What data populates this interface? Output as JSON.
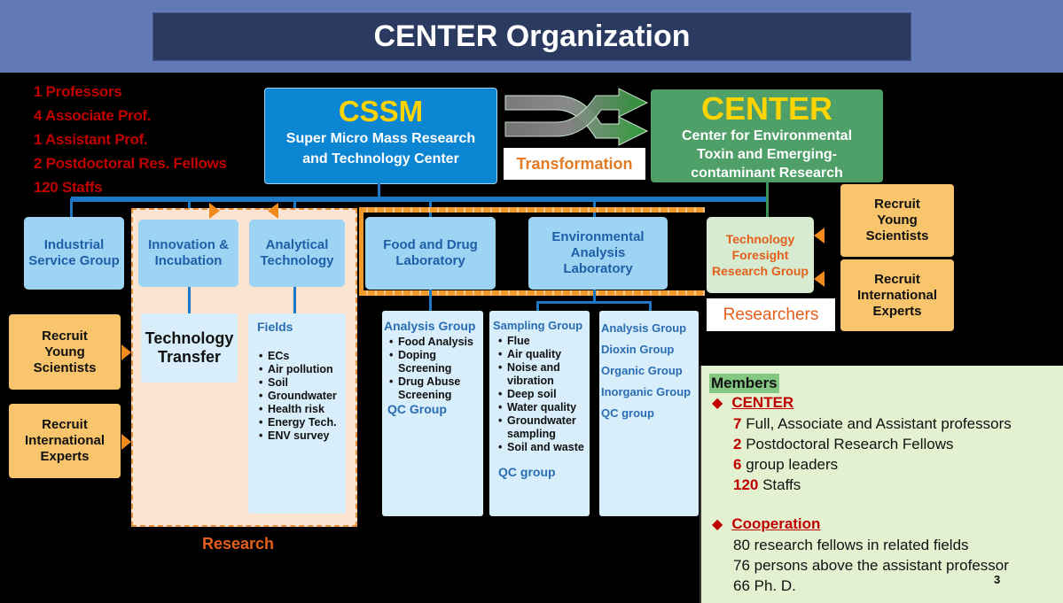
{
  "title": "CENTER Organization",
  "stats": [
    {
      "num": "1",
      "label": "Professors"
    },
    {
      "num": "4",
      "label": "Associate Prof."
    },
    {
      "num": "1",
      "label": "Assistant Prof."
    },
    {
      "num": "2",
      "label": "Postdoctoral Res. Fellows"
    },
    {
      "num": "120",
      "label": "Staffs"
    }
  ],
  "cssm": {
    "name": "CSSM",
    "line1": "Super Micro Mass Research",
    "line2": "and Technology Center"
  },
  "transformation": "Transformation",
  "center": {
    "name": "CENTER",
    "line1": "Center for Environmental",
    "line2": "Toxin and Emerging-",
    "line3": "contaminant Research"
  },
  "groups": {
    "industrial": "Industrial Service Group",
    "innovation": "Innovation & Incubation",
    "analytical": "Analytical Technology",
    "food_drug": "Food and Drug Laboratory",
    "environmental": "Environmental Analysis Laboratory",
    "foresight": "Technology Foresight Research Group"
  },
  "tech_transfer": "Technology Transfer",
  "fields": {
    "title": "Fields",
    "items": [
      "ECs",
      "Air pollution",
      "Soil",
      "Groundwater",
      "Health risk",
      "Energy Tech.",
      "ENV survey"
    ]
  },
  "food_analysis": {
    "title": "Analysis Group",
    "items": [
      "Food Analysis",
      "Doping Screening",
      "Drug Abuse Screening"
    ],
    "qc": "QC Group"
  },
  "sampling": {
    "title": "Sampling Group",
    "items": [
      "Flue",
      "Air quality",
      "Noise and vibration",
      "Deep soil",
      "Water quality",
      "Groundwater sampling",
      "Soil and waste"
    ],
    "qc": "QC group"
  },
  "env_groups": [
    "Analysis Group",
    "Dioxin Group",
    "Organic Group",
    "Inorganic Group",
    "QC group"
  ],
  "recruit": {
    "young": "Recruit Young Scientists",
    "international": "Recruit International Experts"
  },
  "researchers": "Researchers",
  "research_label": "Research",
  "members": {
    "header": "Members",
    "center": {
      "title": "CENTER",
      "rows": [
        {
          "num": "7",
          "text": " Full, Associate and Assistant professors"
        },
        {
          "num": "2",
          "text": " Postdoctoral Research Fellows"
        },
        {
          "num": "6",
          "text": " group leaders"
        },
        {
          "num": "120",
          "text": " Staffs"
        }
      ]
    },
    "cooperation": {
      "title": "Cooperation",
      "rows": [
        "80 research fellows in related fields",
        "76 persons above the assistant professor",
        "66 Ph. D."
      ]
    }
  },
  "page_number": "3",
  "colors": {
    "accent_red": "#c00000",
    "cssm_blue": "#0c85d3",
    "center_green": "#4e9f68",
    "orange": "#e45f1c"
  }
}
